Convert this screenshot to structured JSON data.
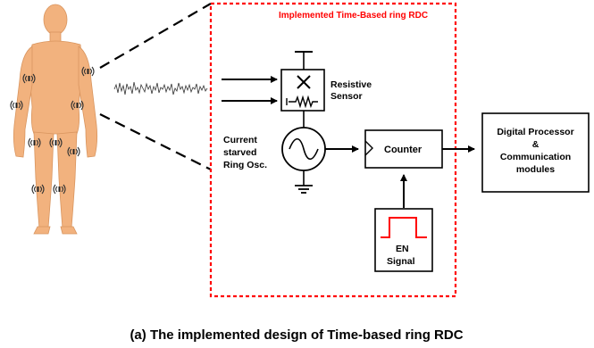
{
  "rdc_box": {
    "title": "Implemented Time-Based ring RDC",
    "border_color": "#ff0000"
  },
  "sensor": {
    "label_line1": "Resistive",
    "label_line2": "Sensor"
  },
  "oscillator": {
    "label_line1": "Current",
    "label_line2": "starved",
    "label_line3": "Ring Osc."
  },
  "counter": {
    "label": "Counter"
  },
  "en_signal": {
    "label_line1": "EN",
    "label_line2": "Signal",
    "pulse_color": "#ff0000"
  },
  "processor": {
    "label_line1": "Digital Processor",
    "label_line2": "&",
    "label_line3": "Communication",
    "label_line4": "modules"
  },
  "body_figure": {
    "skin_color": "#f2b27e",
    "sensor_icon": "wireless-sensor-icon"
  },
  "caption": "(a) The implemented design of Time-based ring RDC"
}
